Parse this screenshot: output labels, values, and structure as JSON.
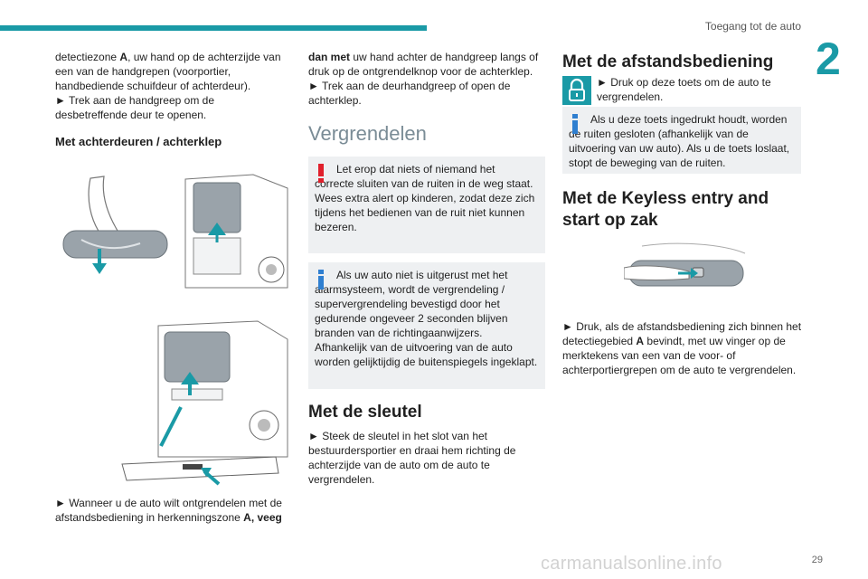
{
  "header": {
    "title": "Toegang tot de auto",
    "chapter": "2",
    "page_number": "29"
  },
  "watermark": "carmanualsonline.info",
  "col1": {
    "para1_a": "detectiezone ",
    "para1_bold": "A",
    "para1_b": ", uw hand op de achterzijde van een van de handgrepen (voorportier, handbediende schuifdeur of achterdeur).",
    "para2": "► Trek aan de handgreep om de desbetreffende deur te openen.",
    "heading": "Met achterdeuren / achterklep",
    "bottom_text": "► Wanneer u de auto wilt ontgrendelen met de afstandsbediening in herkenningszone ",
    "bottom_bold": "A, veeg"
  },
  "col2": {
    "para1_bold": "dan met",
    "para1_rest": " uw hand achter de handgreep langs of druk op de ontgrendelknop voor de achterklep.",
    "para2": "► Trek aan de deurhandgreep of open de achterklep.",
    "heading_vergrendelen": "Vergrendelen",
    "warning_line1": "Let erop dat niets of niemand het",
    "warning_line1b": "correcte sluiten van de ruiten in de weg staat.",
    "warning_line2": "Wees extra alert op kinderen, zodat deze zich tijdens het bedienen van de ruit niet kunnen bezeren.",
    "info_line1": "Als uw auto niet is uitgerust met het",
    "info_line1b": "alarmsysteem, wordt de vergrendeling / supervergrendeling bevestigd door het gedurende ongeveer 2 seconden blijven branden van de richtingaanwijzers.",
    "info_line2": "Afhankelijk van de uitvoering van de auto worden gelijktijdig de buitenspiegels ingeklapt.",
    "heading_sleutel": "Met de sleutel",
    "sleutel_text": "► Steek de sleutel in het slot van het bestuurdersportier en draai hem richting de achterzijde van de auto om de auto te vergrendelen."
  },
  "col3": {
    "heading_afstand": "Met de afstandsbediening",
    "afstand_text": "► Druk op deze toets om de auto te vergrendelen.",
    "info_line1": "Als u deze toets ingedrukt houdt, worden",
    "info_line1b": "de ruiten gesloten (afhankelijk van de uitvoering van uw auto). Als u de toets loslaat, stopt de beweging van de ruiten.",
    "heading_keyless": "Met de Keyless entry and start op zak",
    "keyless_text_a": "► Druk, als de afstandsbediening zich binnen het detectiegebied ",
    "keyless_bold": "A",
    "keyless_text_b": " bevindt, met uw vinger op de merktekens van een van de voor- of achterportiergrepen om de auto te vergrendelen."
  },
  "colors": {
    "accent": "#1a9aa6",
    "warning": "#e0202c",
    "info": "#2f7fd0",
    "box_bg": "#eef0f2"
  },
  "icons": [
    "warning-icon",
    "info-icon",
    "lock-icon"
  ]
}
